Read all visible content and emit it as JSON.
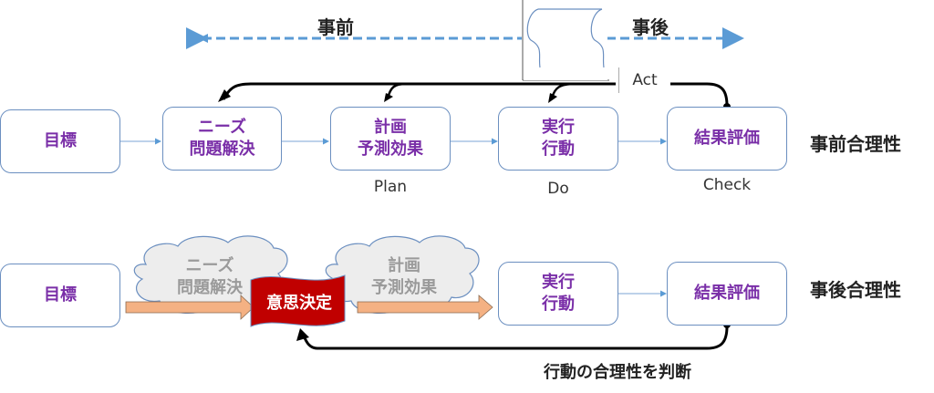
{
  "timeline": {
    "before_label": "事前",
    "after_label": "事後",
    "line_color": "#5b9bd5"
  },
  "top_row": {
    "boxes": [
      {
        "text": "目標"
      },
      {
        "text": "ニーズ\n問題解決"
      },
      {
        "text": "計画\n予測効果"
      },
      {
        "text": "実行\n行動"
      },
      {
        "text": "結果評価"
      }
    ],
    "phase_labels": {
      "plan": "Plan",
      "do": "Do",
      "check": "Check",
      "act": "Act"
    },
    "row_label": "事前合理性"
  },
  "bottom_row": {
    "goal_box": "目標",
    "cloud1_line1": "ニーズ",
    "cloud1_line2": "問題解決",
    "decision_flag": "意思決定",
    "cloud2_line1": "計画",
    "cloud2_line2": "予測効果",
    "exec_line1": "実行",
    "exec_line2": "行動",
    "eval_box": "結果評価",
    "row_label": "事後合理性",
    "feedback_label": "行動の合理性を判断"
  },
  "colors": {
    "box_text": "#7a2fa8",
    "box_border": "#6b8fc0",
    "flag_fill": "#c00000",
    "arrow_fill": "#f4b183",
    "cloud_fill": "#ededed"
  }
}
